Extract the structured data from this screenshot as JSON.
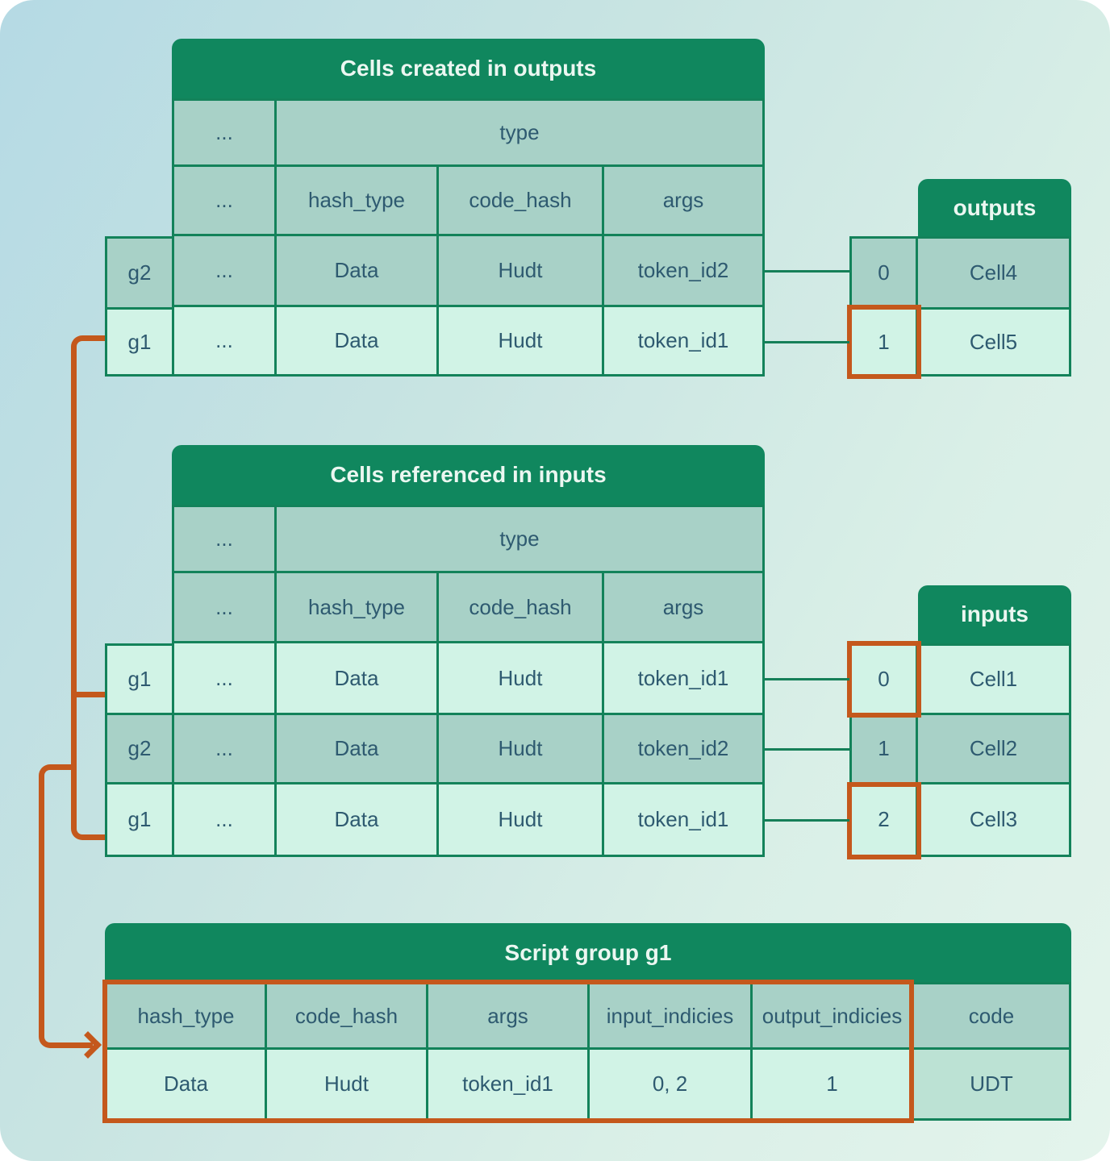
{
  "ellipsis": "...",
  "colors": {
    "header_green": "#10875e",
    "border_green": "#13825a",
    "mint_row": "#def8ee",
    "gray_row": "#cde5e3",
    "highlight_orange": "#c4581c",
    "text": "#2e5a70",
    "background_top": "#b5dae4",
    "background_bottom": "#e4f4ec"
  },
  "created_outputs_table": {
    "title": "Cells created in outputs",
    "type_header": "type",
    "columns": [
      "hash_type",
      "code_hash",
      "args"
    ],
    "rows": [
      {
        "group": "g2",
        "hash_type": "Data",
        "code_hash": "Hudt",
        "args": "token_id2"
      },
      {
        "group": "g1",
        "hash_type": "Data",
        "code_hash": "Hudt",
        "args": "token_id1"
      }
    ]
  },
  "outputs_panel": {
    "title": "outputs",
    "rows": [
      {
        "index": "0",
        "cell": "Cell4"
      },
      {
        "index": "1",
        "cell": "Cell5"
      }
    ]
  },
  "referenced_inputs_table": {
    "title": "Cells referenced in inputs",
    "type_header": "type",
    "columns": [
      "hash_type",
      "code_hash",
      "args"
    ],
    "rows": [
      {
        "group": "g1",
        "hash_type": "Data",
        "code_hash": "Hudt",
        "args": "token_id1"
      },
      {
        "group": "g2",
        "hash_type": "Data",
        "code_hash": "Hudt",
        "args": "token_id2"
      },
      {
        "group": "g1",
        "hash_type": "Data",
        "code_hash": "Hudt",
        "args": "token_id1"
      }
    ]
  },
  "inputs_panel": {
    "title": "inputs",
    "rows": [
      {
        "index": "0",
        "cell": "Cell1"
      },
      {
        "index": "1",
        "cell": "Cell2"
      },
      {
        "index": "2",
        "cell": "Cell3"
      }
    ]
  },
  "script_group_table": {
    "title": "Script group g1",
    "columns": [
      "hash_type",
      "code_hash",
      "args",
      "input_indicies",
      "output_indicies",
      "code"
    ],
    "row": [
      "Data",
      "Hudt",
      "token_id1",
      "0, 2",
      "1",
      "UDT"
    ]
  }
}
